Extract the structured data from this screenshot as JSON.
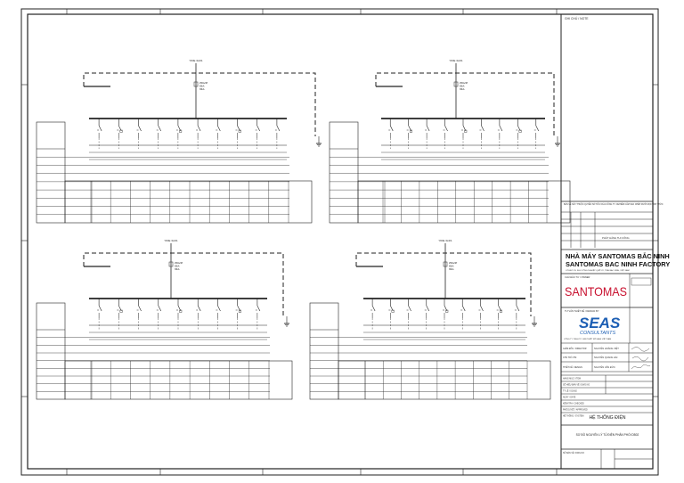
{
  "note_label": "GHI CHÚ / NOTE",
  "panels": [
    {
      "feeder_label": "YIDE 3x4/1",
      "main_breaker": [
        "250A/4P",
        "65kA",
        "36kA"
      ],
      "outgoing_count": 10
    },
    {
      "feeder_label": "YIDE 3x4/1",
      "main_breaker": [
        "250A/4P",
        "65kA",
        "36kA"
      ],
      "outgoing_count": 9
    },
    {
      "feeder_label": "YIDE 3x4/1",
      "main_breaker": [
        "250A/4P",
        "65kA",
        "36kA"
      ],
      "outgoing_count": 9
    },
    {
      "feeder_label": "YIDE 3x4/1",
      "main_breaker": [
        "250A/4P",
        "65kA",
        "36kA"
      ],
      "outgoing_count": 9
    }
  ],
  "title_block": {
    "copyright_note": "BẢN VẼ NÀY THUỘC QUYỀN SỞ HỮU CỦA CÔNG TY. NGHIÊM CẤM SAO CHÉP DƯỚI MỌI HÌNH THỨC",
    "revision_note": "PHÁT HÀNH THI CÔNG",
    "project_name_vi": "NHÀ MÁY SANTOMAS BẮC NINH",
    "project_name_en": "SANTOMAS BAC NINH FACTORY",
    "project_address": "LÔ ĐẤT CN, KHU CÔNG NGHIỆP QUẾ VÕ, TỈNH BẮC NINH, VIỆT NAM",
    "owner_label": "CHỦ ĐẦU TƯ / OWNER",
    "owner_logo": "SANTOMAS",
    "consultant_label": "TƯ VẤN THIẾT KẾ / DESIGN BY",
    "consultant_logo": "SEAS",
    "consultant_sub": "CONSULTANTS",
    "consultant_note": "CÔNG TY TNHH TƯ VẤN THIẾT KẾ SEAS VIỆT NAM",
    "director_label": "GIÁM ĐỐC / DIRECTOR",
    "director_name": "NGUYỄN HOÀNG VIỆT",
    "manager_label": "CHỦ TRÌ / PM",
    "manager_name": "NGUYỄN QUANG HẢI",
    "designer_label": "THIẾT KẾ / DESIGN",
    "designer_name": "NGUYỄN VĂN ĐỨC",
    "rows": [
      "HẠNG MỤC / ITEM",
      "SỐ HIỆU BẢN VẼ / DWG NO",
      "TỶ LỆ / SCALE",
      "NGÀY / DATE",
      "KIỂM TRA / CHECKED",
      "PHÊ DUYỆT / APPROVED",
      "HỆ THỐNG / SYSTEM"
    ],
    "system_title": "HỆ THỐNG ĐIỆN",
    "drawing_title": "SƠ ĐỒ NGUYÊN LÝ TỦ ĐIỆN PHÂN PHỐI DB02",
    "drawing_no_label": "SỐ BẢN VẼ / DWG NO"
  }
}
